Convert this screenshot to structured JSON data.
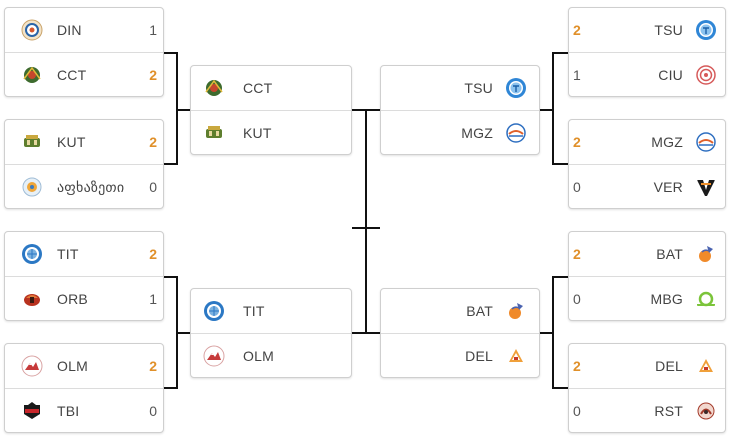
{
  "round1_left": [
    {
      "teams": [
        {
          "name": "DIN",
          "score": "1",
          "win": false,
          "logo": "din-logo"
        },
        {
          "name": "CCT",
          "score": "2",
          "win": true,
          "logo": "cct-logo"
        }
      ]
    },
    {
      "teams": [
        {
          "name": "KUT",
          "score": "2",
          "win": true,
          "logo": "kut-logo"
        },
        {
          "name": "აფხაზეთი",
          "score": "0",
          "win": false,
          "logo": "apkhazeti-logo"
        }
      ]
    },
    {
      "teams": [
        {
          "name": "TIT",
          "score": "2",
          "win": true,
          "logo": "tit-logo"
        },
        {
          "name": "ORB",
          "score": "1",
          "win": false,
          "logo": "orb-logo"
        }
      ]
    },
    {
      "teams": [
        {
          "name": "OLM",
          "score": "2",
          "win": true,
          "logo": "olm-logo"
        },
        {
          "name": "TBI",
          "score": "0",
          "win": false,
          "logo": "tbi-logo"
        }
      ]
    }
  ],
  "round2_left": [
    {
      "teams": [
        {
          "name": "CCT",
          "logo": "cct-logo"
        },
        {
          "name": "KUT",
          "logo": "kut-logo"
        }
      ]
    },
    {
      "teams": [
        {
          "name": "TIT",
          "logo": "tit-logo"
        },
        {
          "name": "OLM",
          "logo": "olm-logo"
        }
      ]
    }
  ],
  "round2_right": [
    {
      "teams": [
        {
          "name": "TSU",
          "logo": "tsu-logo"
        },
        {
          "name": "MGZ",
          "logo": "mgz-logo"
        }
      ]
    },
    {
      "teams": [
        {
          "name": "BAT",
          "logo": "bat-logo"
        },
        {
          "name": "DEL",
          "logo": "del-logo"
        }
      ]
    }
  ],
  "round1_right": [
    {
      "teams": [
        {
          "name": "TSU",
          "score": "2",
          "win": true,
          "logo": "tsu-logo"
        },
        {
          "name": "CIU",
          "score": "1",
          "win": false,
          "logo": "ciu-logo"
        }
      ]
    },
    {
      "teams": [
        {
          "name": "MGZ",
          "score": "2",
          "win": true,
          "logo": "mgz-logo"
        },
        {
          "name": "VER",
          "score": "0",
          "win": false,
          "logo": "ver-logo"
        }
      ]
    },
    {
      "teams": [
        {
          "name": "BAT",
          "score": "2",
          "win": true,
          "logo": "bat-logo"
        },
        {
          "name": "MBG",
          "score": "0",
          "win": false,
          "logo": "mbg-logo"
        }
      ]
    },
    {
      "teams": [
        {
          "name": "DEL",
          "score": "2",
          "win": true,
          "logo": "del-logo"
        },
        {
          "name": "RST",
          "score": "0",
          "win": false,
          "logo": "rst-logo"
        }
      ]
    }
  ],
  "colors": {
    "win_score": "#e0902a",
    "connector": "#111111",
    "border": "#cfcfcf"
  }
}
